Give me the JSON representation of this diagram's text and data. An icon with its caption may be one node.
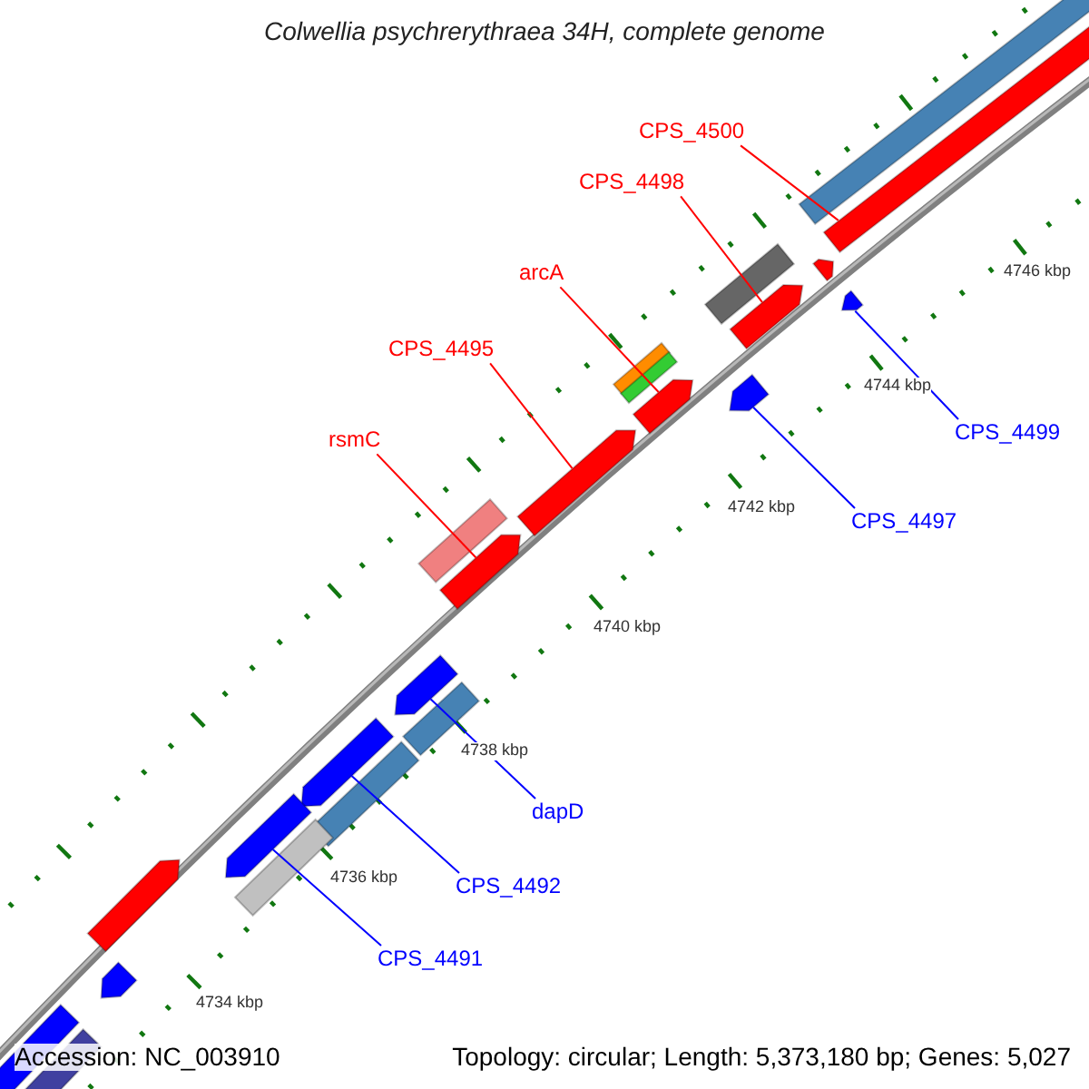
{
  "diagram": {
    "title": "Colwellia psychrerythraea 34H, complete genome",
    "nodes": [
      {
        "text": [
          "CPS_4500"
        ]
      },
      {
        "text": [
          "CPS_4498"
        ]
      },
      {
        "text": [
          "arcA"
        ]
      },
      {
        "text": [
          "CPS_4495"
        ]
      },
      {
        "text": [
          "rsmC"
        ]
      },
      {
        "text": [
          "CPS_4499"
        ]
      },
      {
        "text": [
          "CPS_4497"
        ]
      },
      {
        "text": [
          "dapD"
        ]
      },
      {
        "text": [
          "CPS_4492"
        ]
      },
      {
        "text": [
          "CPS_4491"
        ]
      },
      {
        "text": [],
        "shape": "arrow"
      },
      {
        "text": [],
        "shape": "arrow"
      },
      {
        "text": [],
        "shape": "arrow"
      },
      {
        "text": [],
        "shape": "arrow"
      },
      {
        "text": [],
        "shape": "arrow"
      },
      {
        "text": [],
        "shape": "arrow"
      },
      {
        "text": [],
        "shape": "arrow"
      },
      {
        "text": [],
        "shape": "arrow"
      },
      {
        "text": [],
        "shape": "arrow"
      },
      {
        "text": [],
        "shape": "arrow"
      },
      {
        "text": [],
        "shape": "arrow"
      },
      {
        "text": [],
        "shape": "arrow"
      },
      {
        "text": [],
        "shape": "arrow"
      },
      {
        "text": [],
        "shape": "arrow"
      }
    ],
    "edges": [
      {
        "from": 0,
        "to": 10,
        "arrow": "none",
        "color": "#ff0000"
      },
      {
        "from": 1,
        "to": 11,
        "arrow": "none",
        "color": "#ff0000"
      },
      {
        "from": 2,
        "to": 12,
        "arrow": "none",
        "color": "#ff0000"
      },
      {
        "from": 3,
        "to": 13,
        "arrow": "none",
        "color": "#ff0000"
      },
      {
        "from": 4,
        "to": 14,
        "arrow": "none",
        "color": "#ff0000"
      },
      {
        "from": 5,
        "to": 15,
        "arrow": "none",
        "color": "#0000ff"
      },
      {
        "from": 6,
        "to": 16,
        "arrow": "none",
        "color": "#0000ff"
      },
      {
        "from": 7,
        "to": 17,
        "arrow": "none",
        "color": "#0000ff"
      },
      {
        "from": 8,
        "to": 18,
        "arrow": "none",
        "color": "#0000ff"
      },
      {
        "from": 9,
        "to": 19,
        "arrow": "none",
        "color": "#0000ff"
      }
    ],
    "labels": [
      "4746 kbp",
      "4744 kbp",
      "4742 kbp",
      "4740 kbp",
      "4738 kbp",
      "4736 kbp",
      "4734 kbp",
      "Accession: NC_003910",
      "Topology: circular; Length: 5,373,180 bp; Genes: 5,027"
    ]
  }
}
